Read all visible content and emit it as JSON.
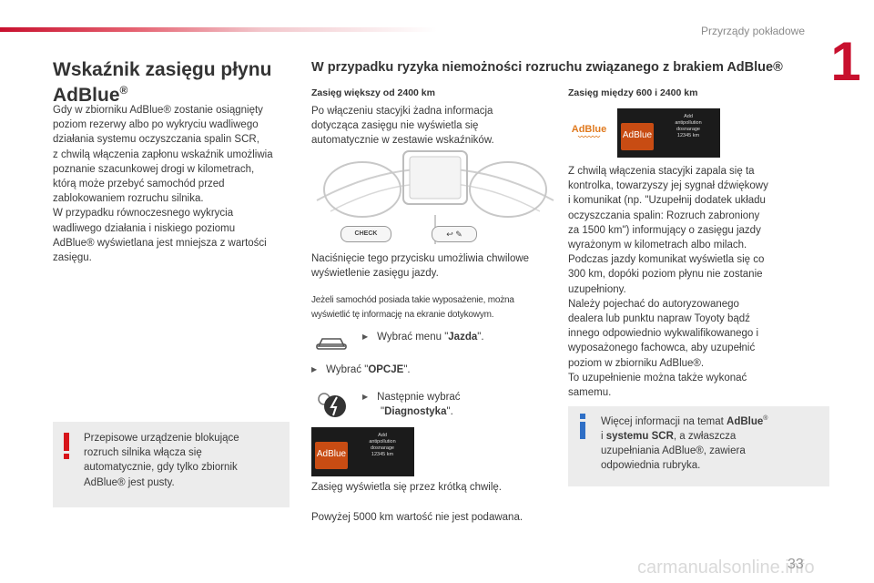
{
  "header": {
    "section": "Przyrządy pokładowe",
    "chapter": "1"
  },
  "left": {
    "title_line1": "Wskaźnik zasięgu płynu",
    "title_line2": "AdBlue",
    "paragraph": [
      "Gdy w zbiorniku AdBlue® zostanie osiągnięty",
      "poziom rezerwy albo po wykryciu wadliwego",
      "działania systemu oczyszczania spalin SCR,",
      "z chwilą włączenia zapłonu wskaźnik umożliwia",
      "poznanie szacunkowej drogi w kilometrach,",
      "którą może przebyć samochód przed",
      "zablokowaniem rozruchu silnika.",
      "W przypadku równoczesnego wykrycia",
      "wadliwego działania i niskiego poziomu",
      "AdBlue® wyświetlana jest mniejsza z wartości",
      "zasięgu."
    ],
    "warning": [
      "Przepisowe urządzenie blokujące",
      "rozruch silnika włącza się",
      "automatycznie, gdy tylko zbiornik",
      "AdBlue® jest pusty."
    ]
  },
  "middle": {
    "title": "W przypadku ryzyka niemożności rozruchu związanego z brakiem AdBlue®",
    "sub": "Zasięg większy od 2400 km",
    "para1": [
      "Po włączeniu stacyjki żadna informacja",
      "dotycząca zasięgu nie wyświetla się",
      "automatycznie w zestawie wskaźników."
    ],
    "check_label": "CHECK",
    "para2": [
      "Naciśnięcie tego przycisku umożliwia chwilowe",
      "wyświetlenie zasięgu jazdy."
    ],
    "para3": [
      "Jeżeli samochód posiada takie wyposażenie, można",
      "wyświetlić tę informację na ekranie dotykowym."
    ],
    "step1_a": "Wybrać menu \"",
    "step1_b": "Jazda",
    "step1_c": "\".",
    "step2_a": "Wybrać \"",
    "step2_b": "OPCJE",
    "step2_c": "\".",
    "step3_a": "Następnie wybrać",
    "step3_b": "\"",
    "step3_c": "Diagnostyka",
    "step3_d": "\".",
    "screen_icon": "AdBlue",
    "screen_text": [
      "Add",
      "antipollution",
      "dosnarage",
      "12345 km"
    ],
    "para4": "Zasięg wyświetla się przez krótką chwilę.",
    "para5": "Powyżej 5000 km wartość nie jest podawana."
  },
  "right": {
    "sub": "Zasięg między 600 i 2400 km",
    "icon_label": "AdBlue",
    "screen_icon": "AdBlue",
    "screen_text": [
      "Add",
      "antipollution",
      "dosnarage",
      "12345 km"
    ],
    "paragraph": [
      "Z chwilą włączenia stacyjki zapala się ta",
      "kontrolka, towarzyszy jej sygnał dźwiękowy",
      "i komunikat (np. \"Uzupełnij dodatek układu",
      "oczyszczania spalin: Rozruch zabroniony",
      "za 1500 km\") informujący o zasięgu jazdy",
      "wyrażonym w kilometrach albo milach.",
      "Podczas jazdy komunikat wyświetla się co",
      "300 km, dopóki poziom płynu nie zostanie",
      "uzupełniony.",
      "Należy pojechać do autoryzowanego",
      "dealera lub punktu napraw Toyoty bądź",
      "innego odpowiednio wykwalifikowanego i",
      "wyposażonego fachowca, aby uzupełnić",
      "poziom w zbiorniku AdBlue®.",
      "To uzupełnienie można także wykonać",
      "samemu."
    ],
    "info_a": "Więcej informacji na temat ",
    "info_b": "AdBlue",
    "info_c": "®",
    "info_d": "i ",
    "info_e": "systemu SCR",
    "info_f": ", a zwłaszcza",
    "info_g": "uzupełniania AdBlue®, zawiera",
    "info_h": "odpowiednia rubryka."
  },
  "footer": {
    "page": "33",
    "watermark": "carmanualsonline.info"
  }
}
